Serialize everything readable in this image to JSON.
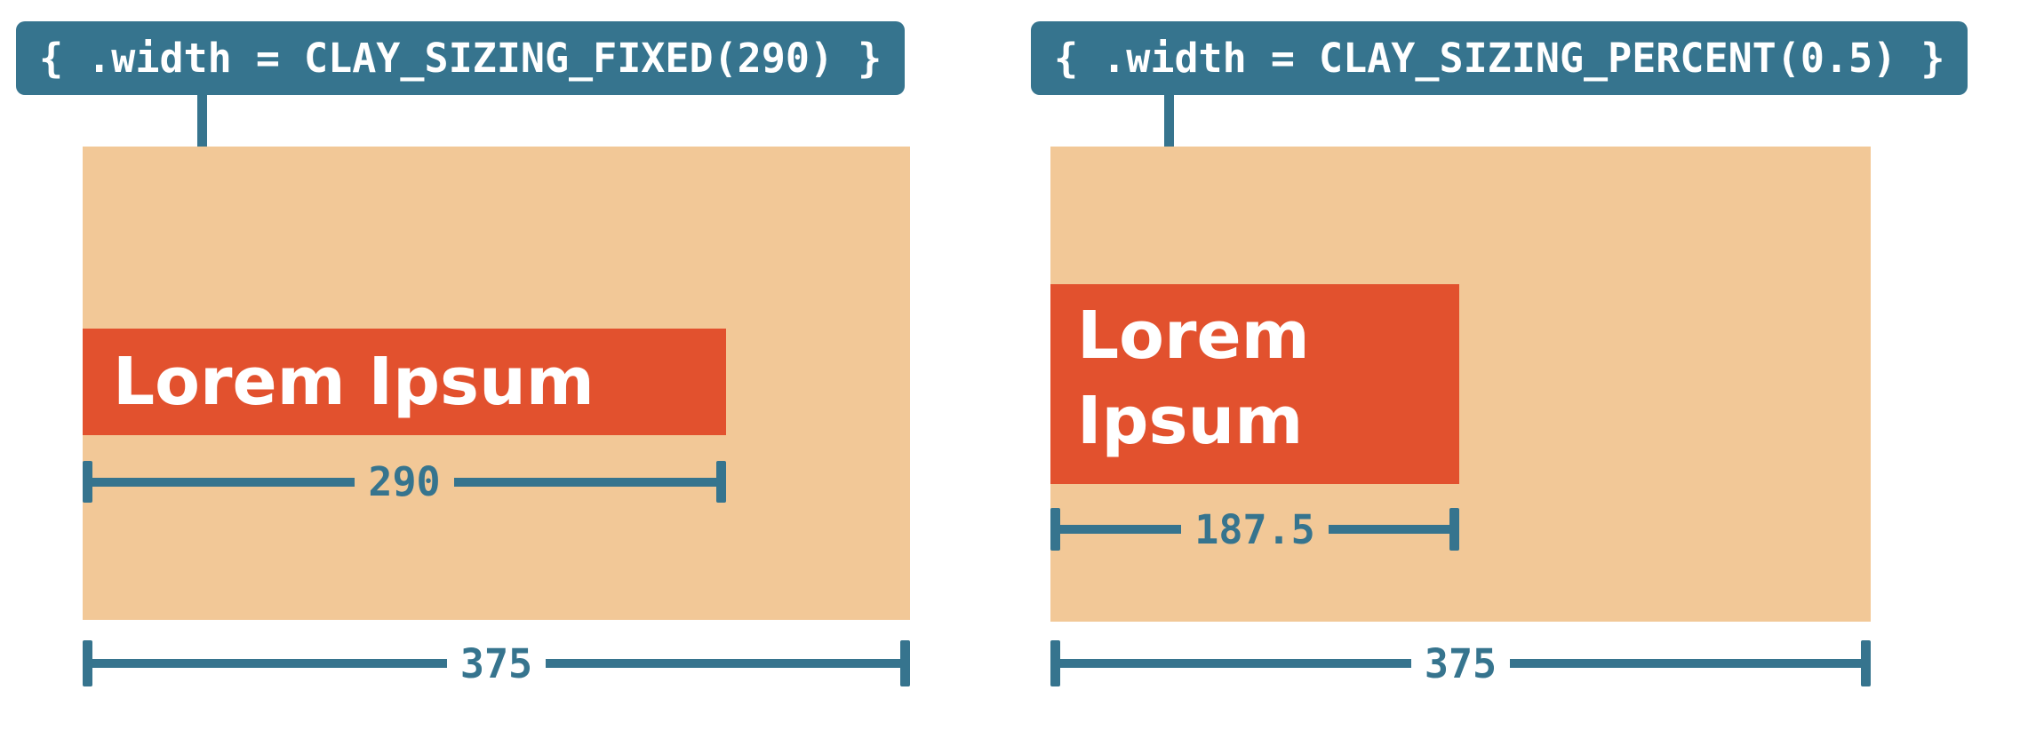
{
  "colors": {
    "teal": "#36748E",
    "tan": "#F2C897",
    "red": "#E2512E",
    "text_on_dark": "#FFFFFF",
    "background": "#FFFFFF"
  },
  "panels": [
    {
      "name": "fixed-sizing-example",
      "code": "{ .width = CLAY_SIZING_FIXED(290) }",
      "label_lines": [
        "Lorem Ipsum"
      ],
      "inner_measure": "290",
      "outer_measure": "375"
    },
    {
      "name": "percent-sizing-example",
      "code": "{ .width = CLAY_SIZING_PERCENT(0.5) }",
      "label_lines": [
        "Lorem",
        "Ipsum"
      ],
      "inner_measure": "187.5",
      "outer_measure": "375"
    }
  ]
}
